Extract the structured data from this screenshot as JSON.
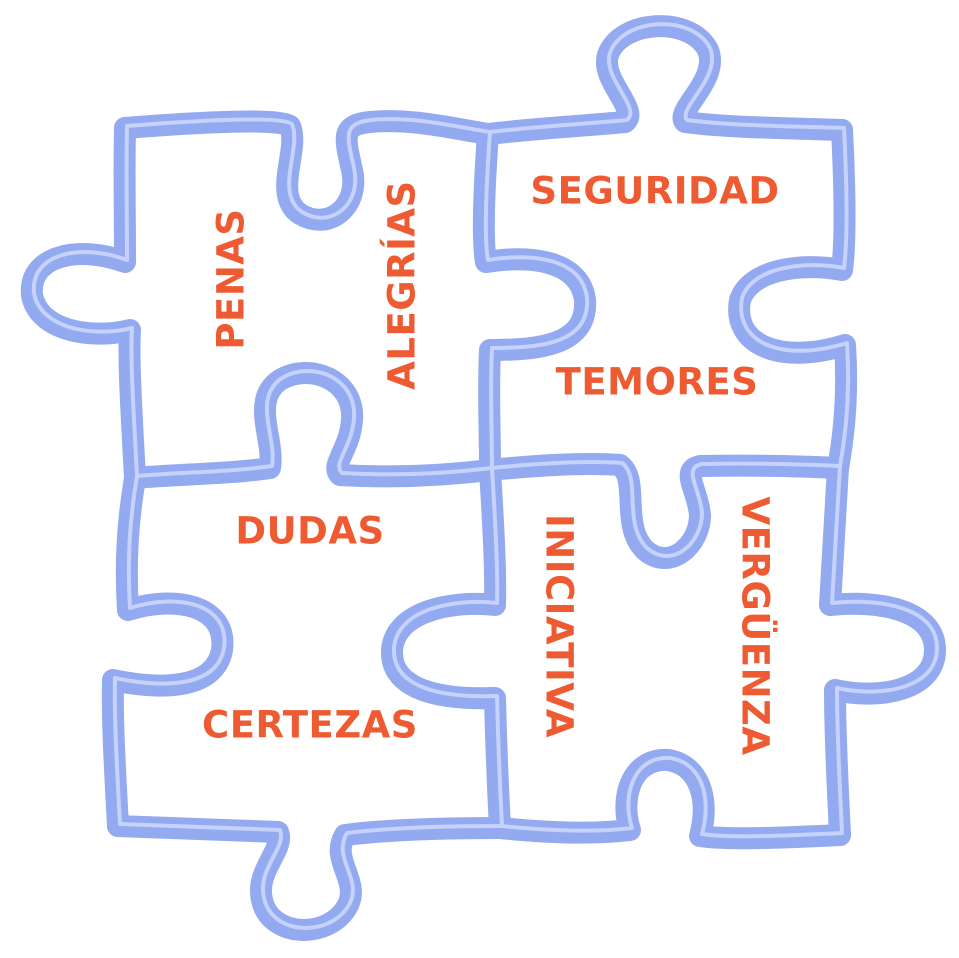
{
  "colors": {
    "outline": "#93a9f0",
    "outline_light": "#c5d2fb",
    "text": "#ee5a32",
    "background": "#ffffff"
  },
  "pieces": [
    {
      "id": "top-left",
      "words": [
        "PENAS",
        "ALEGRÍAS"
      ]
    },
    {
      "id": "top-right",
      "words": [
        "SEGURIDAD",
        "TEMORES"
      ]
    },
    {
      "id": "bottom-left",
      "words": [
        "DUDAS",
        "CERTEZAS"
      ]
    },
    {
      "id": "bottom-right",
      "words": [
        "INICIATIVA",
        "VERGÜENZA"
      ]
    }
  ]
}
